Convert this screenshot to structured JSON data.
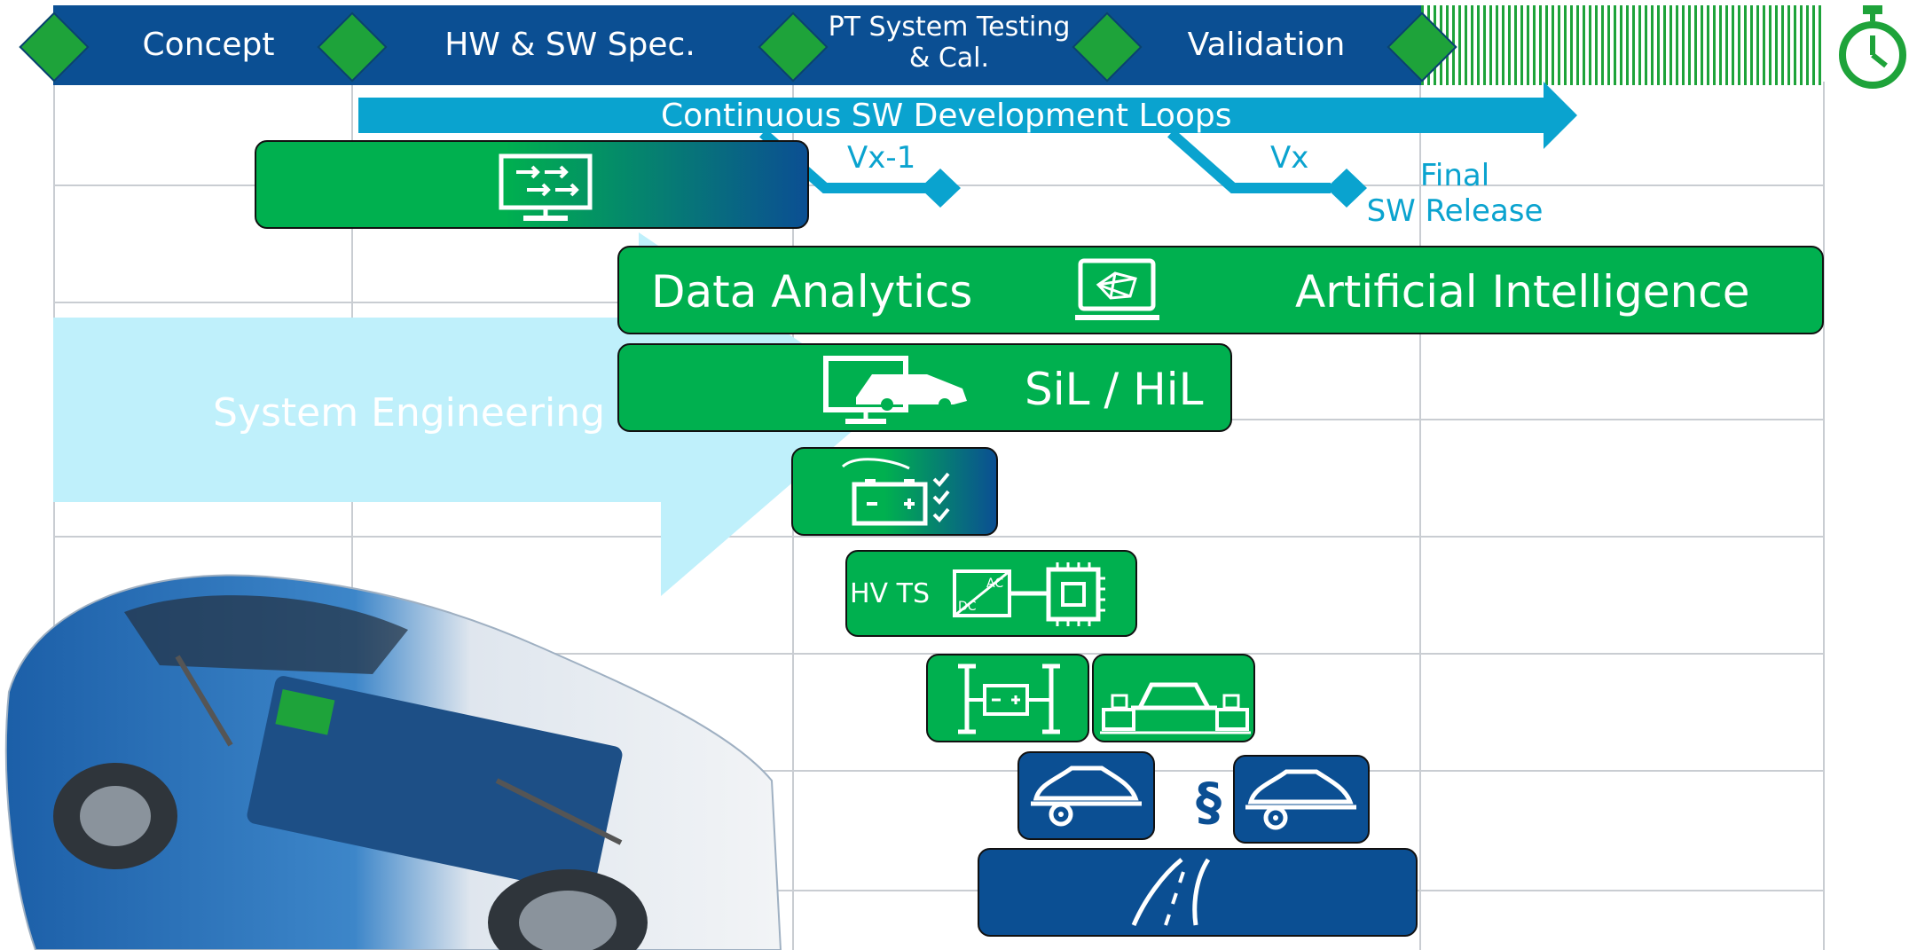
{
  "phases": [
    {
      "label": "Concept"
    },
    {
      "label": "HW & SW Spec."
    },
    {
      "label": "PT System Testing & Cal.",
      "line1": "PT System Testing",
      "line2": "& Cal."
    },
    {
      "label": "Validation"
    }
  ],
  "sw_loops": {
    "title": "Continuous SW Development Loops",
    "release_1": "Vx-1",
    "release_2": "Vx",
    "final_line1": "Final",
    "final_line2": "SW Release"
  },
  "system_engineering": "System Engineering",
  "data_analytics": "Data Analytics",
  "artificial_intelligence": "Artificial Intelligence",
  "sil_hil": "SiL / HiL",
  "hv_ts": "HV TS",
  "hv_ac": "AC",
  "hv_dc": "DC",
  "section_symbol": "§",
  "colors": {
    "brand_blue": "#0b4f93",
    "brand_green": "#00b04f",
    "milestone_green": "#1ea33a",
    "loop_cyan": "#0aa3cf",
    "system_eng_light": "#bff0fb"
  },
  "icons": [
    "stopwatch-icon",
    "sw-transfer-monitor-icon",
    "ai-laptop-icon",
    "sil-hil-car-monitor-icon",
    "battery-check-icon",
    "dc-ac-chip-icon",
    "axle-battery-icon",
    "chassis-dyno-icon",
    "vehicle-test-icon",
    "road-icon",
    "electric-car-image"
  ]
}
